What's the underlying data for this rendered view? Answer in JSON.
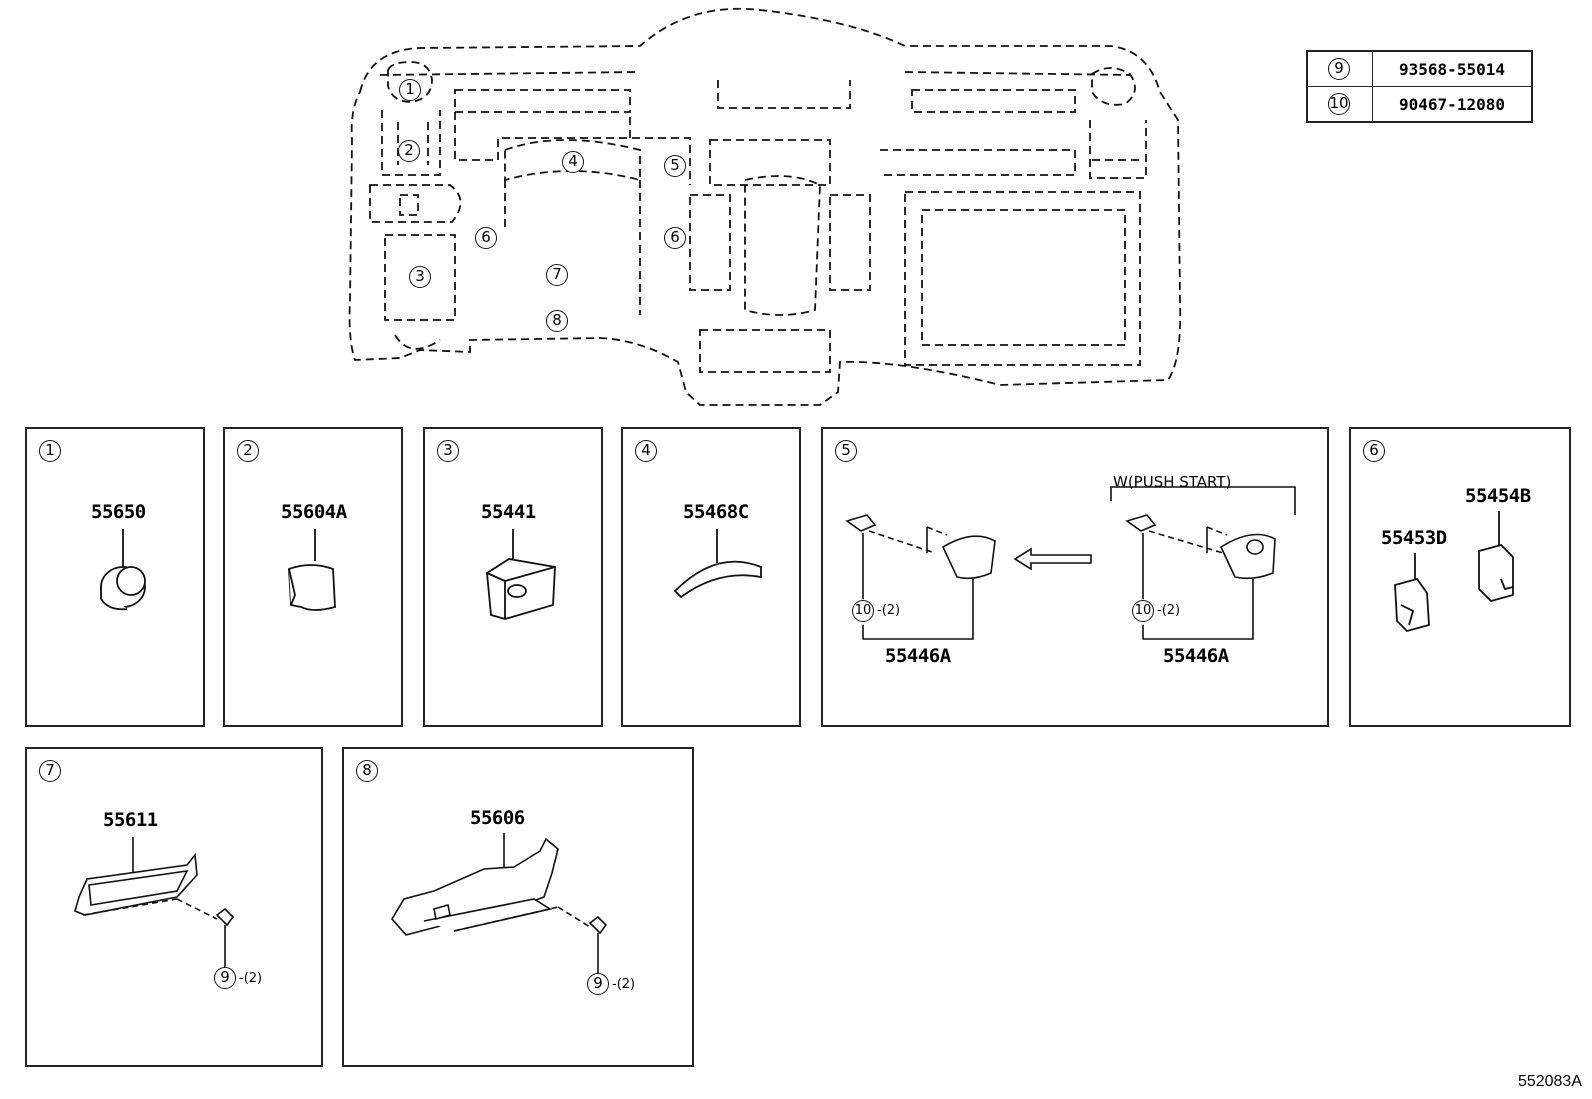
{
  "reference_table": [
    {
      "callout": "9",
      "part_number": "93568-55014"
    },
    {
      "callout": "10",
      "part_number": "90467-12080"
    }
  ],
  "overview_callouts": [
    "1",
    "2",
    "3",
    "4",
    "5",
    "6",
    "6",
    "7",
    "8"
  ],
  "panels": [
    {
      "callout": "1",
      "part": "55650"
    },
    {
      "callout": "2",
      "part": "55604A"
    },
    {
      "callout": "3",
      "part": "55441"
    },
    {
      "callout": "4",
      "part": "55468C"
    },
    {
      "callout": "5",
      "parts": [
        "55446A",
        "55446A"
      ],
      "variant_label": "W(PUSH START)",
      "fastener": {
        "callout": "10",
        "qty": "-(2)"
      }
    },
    {
      "callout": "6",
      "parts": [
        "55454B",
        "55453D"
      ]
    },
    {
      "callout": "7",
      "part": "55611",
      "fastener": {
        "callout": "9",
        "qty": "-(2)"
      }
    },
    {
      "callout": "8",
      "part": "55606",
      "fastener": {
        "callout": "9",
        "qty": "-(2)"
      }
    }
  ],
  "diagram_code": "552083A"
}
